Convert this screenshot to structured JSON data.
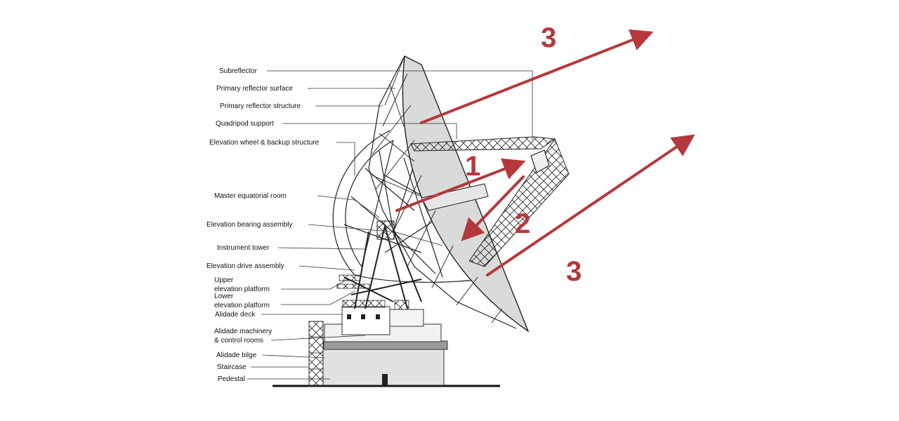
{
  "colors": {
    "arrow": "#b5393c",
    "line": "#1a1a1a",
    "dish_fill": "#d9dbd9",
    "building": "#cfcfcf"
  },
  "labels": [
    "Subreflector",
    "Primary reflector surface",
    "Primary reflector structure",
    "Quadripod support",
    "Elevation wheel & backup structure",
    "Master equatorial room",
    "Elevation bearing assembly",
    "Instrument tower",
    "Elevation drive assembly",
    "Upper",
    "elevation platform",
    "Lower",
    "elevation platform",
    "Alidade deck",
    "Alidade machinery",
    "& control rooms",
    "Alidade bilge",
    "Staircase",
    "Pedestal"
  ],
  "path_numbers": [
    "1",
    "2",
    "3",
    "3"
  ]
}
